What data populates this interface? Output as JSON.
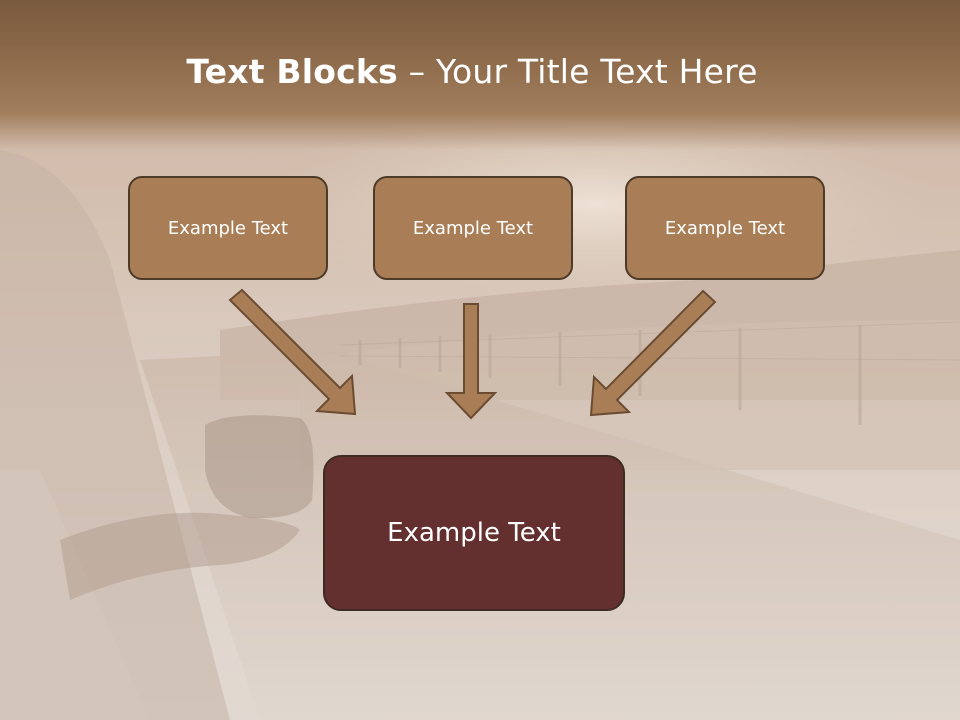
{
  "title": {
    "bold": "Text Blocks",
    "separator": " – ",
    "light": "Your Title Text Here"
  },
  "blocks": {
    "top_left": "Example Text",
    "top_center": "Example Text",
    "top_right": "Example Text",
    "bottom_main": "Example Text"
  },
  "colors": {
    "title_band": "#8e6b4b",
    "small_box_fill": "#a97e57",
    "small_box_border": "#4e3a29",
    "main_box_fill": "#642f2f",
    "arrow_fill": "#a97e57",
    "arrow_stroke": "#6b4c33"
  }
}
